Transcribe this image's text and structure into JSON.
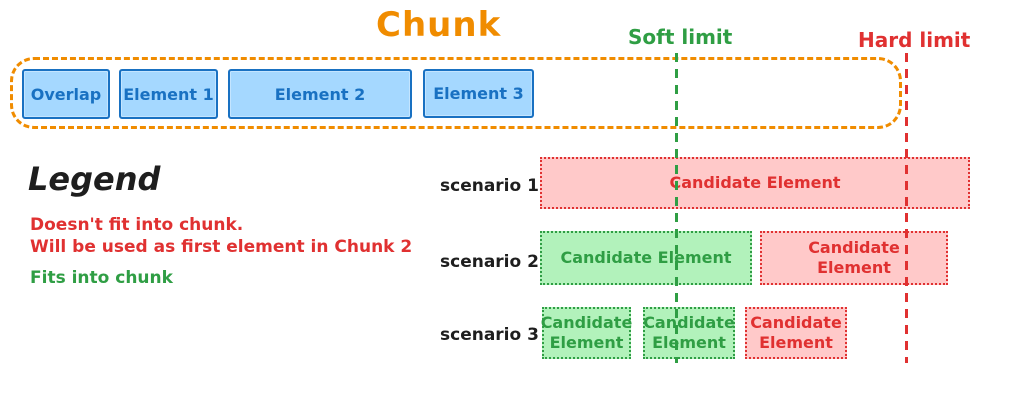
{
  "title": {
    "text": "Chunk"
  },
  "limits": {
    "soft": "Soft limit",
    "hard": "Hard limit"
  },
  "chunk": {
    "elements": [
      "Overlap",
      "Element 1",
      "Element 2",
      "Element 3"
    ]
  },
  "legend": {
    "title": "Legend",
    "not_fit_line1": "Doesn't fit into chunk.",
    "not_fit_line2": "Will be used as first element in Chunk 2",
    "fit": "Fits into chunk"
  },
  "scenarios": [
    {
      "label": "scenario 1",
      "boxes": [
        {
          "text": "Candidate Element",
          "status": "doesnt-fit"
        }
      ]
    },
    {
      "label": "scenario 2",
      "boxes": [
        {
          "text": "Candidate Element",
          "status": "fits"
        },
        {
          "text": "Candidate Element",
          "status": "doesnt-fit"
        }
      ]
    },
    {
      "label": "scenario 3",
      "boxes": [
        {
          "text": "Candidate Element",
          "status": "fits"
        },
        {
          "text": "Candidate Element",
          "status": "fits"
        },
        {
          "text": "Candidate Element",
          "status": "doesnt-fit"
        }
      ]
    }
  ],
  "colors": {
    "orange": "#f08c00",
    "blue_stroke": "#1971c2",
    "blue_fill": "#a5d8ff",
    "green_stroke": "#2f9e44",
    "green_fill": "#b2f2bb",
    "red_stroke": "#e03131",
    "red_fill": "#ffc9c9",
    "text": "#1e1e1e"
  }
}
